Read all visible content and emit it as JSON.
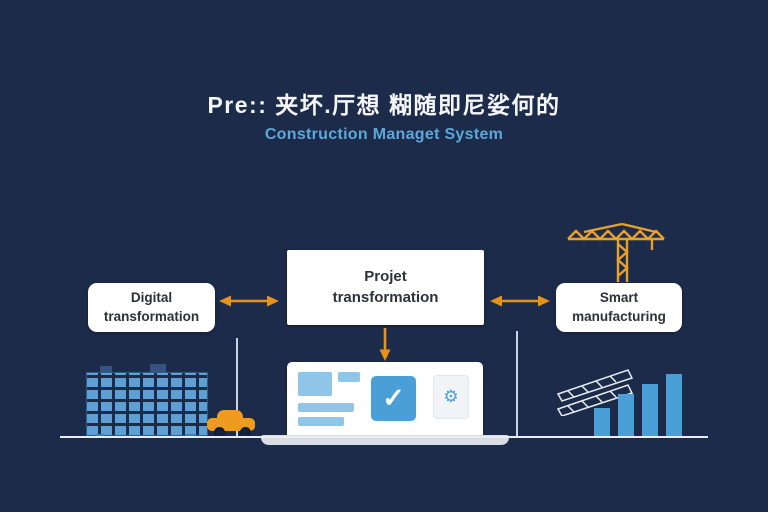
{
  "title": "Pre:: 夹坏.厅想 糊随即尼娑何的",
  "subtitle": "Construction Managet System",
  "boxes": {
    "digital": "Digital\ntransformation",
    "project": "Projet\ntransformation",
    "smart": "Smart\nmanufacturing"
  },
  "screen": {
    "check_icon": "✓",
    "gear_icon": "⚙"
  },
  "colors": {
    "background": "#1d2b4b",
    "accent_orange": "#e8921a",
    "accent_blue": "#4aa0d6",
    "subtitle_blue": "#5ca8d8",
    "box_white": "#ffffff",
    "building_blue": "#5e9fd4"
  },
  "illustrations": {
    "bar_chart": {
      "values": [
        28,
        42,
        52,
        62
      ]
    }
  }
}
